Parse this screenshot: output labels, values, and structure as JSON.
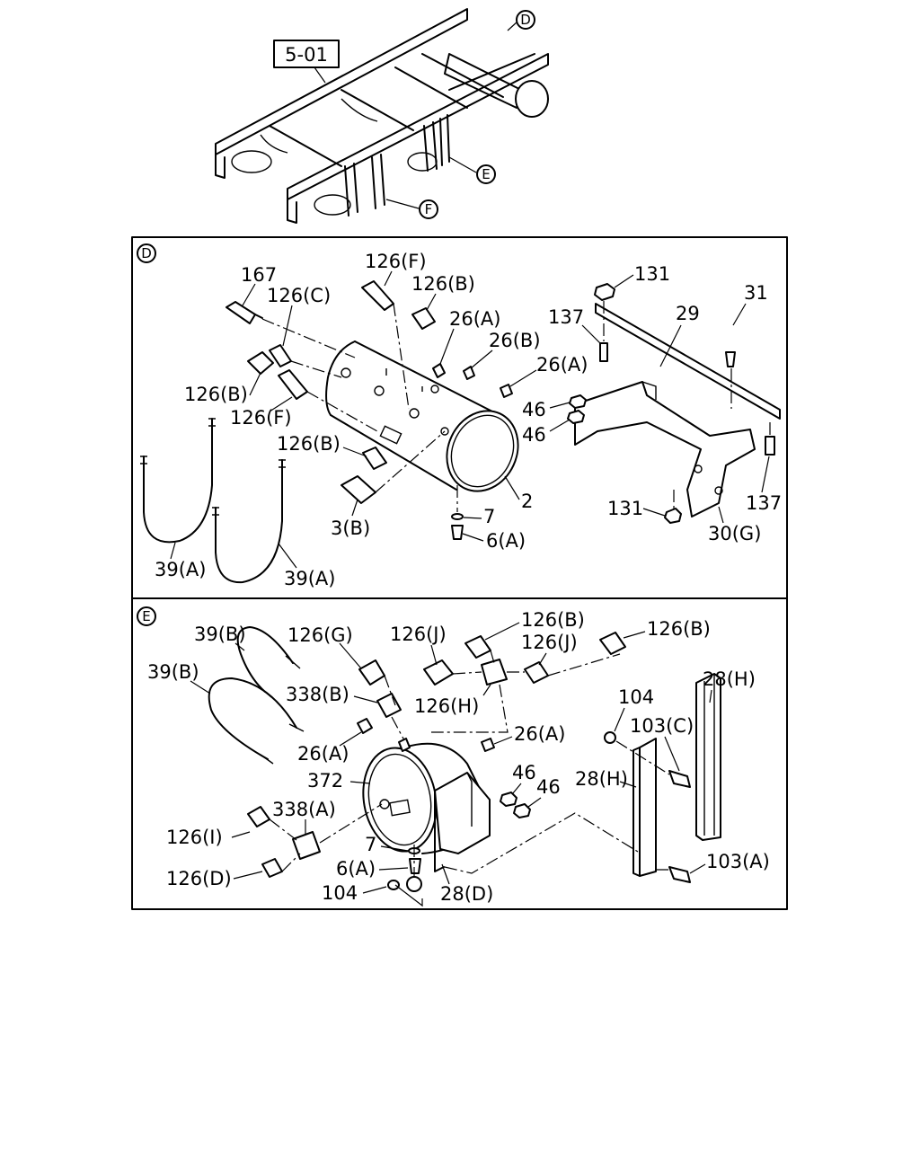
{
  "ref_box": "5-01",
  "view_markers": {
    "d": "D",
    "e": "E",
    "f": "F"
  },
  "labels_d": {
    "l167": "167",
    "l126c": "126(C)",
    "l126f_top": "126(F)",
    "l126b_top": "126(B)",
    "l26a_1": "26(A)",
    "l26b": "26(B)",
    "l26a_2": "26(A)",
    "l126b_left": "126(B)",
    "l126f_left": "126(F)",
    "l126b_mid": "126(B)",
    "l3b": "3(B)",
    "l7": "7",
    "l6a": "6(A)",
    "l2": "2",
    "l39a_1": "39(A)",
    "l39a_2": "39(A)",
    "l131_top": "131",
    "l137_top": "137",
    "l29": "29",
    "l31": "31",
    "l46_1": "46",
    "l46_2": "46",
    "l131_bot": "131",
    "l30g": "30(G)",
    "l137_bot": "137"
  },
  "labels_e": {
    "l39b_1": "39(B)",
    "l39b_2": "39(B)",
    "l126g": "126(G)",
    "l338b": "338(B)",
    "l126j_1": "126(J)",
    "l126b_1": "126(B)",
    "l126j_2": "126(J)",
    "l126b_2": "126(B)",
    "l126h": "126(H)",
    "l26a_1": "26(A)",
    "l26a_2": "26(A)",
    "l372": "372",
    "l46_1": "46",
    "l46_2": "46",
    "l338a": "338(A)",
    "l126i": "126(I)",
    "l126d": "126(D)",
    "l7": "7",
    "l6a": "6(A)",
    "l104_bot": "104",
    "l28d": "28(D)",
    "l104_top": "104",
    "l103c": "103(C)",
    "l28h_top": "28(H)",
    "l28h_mid": "28(H)",
    "l103a": "103(A)"
  }
}
